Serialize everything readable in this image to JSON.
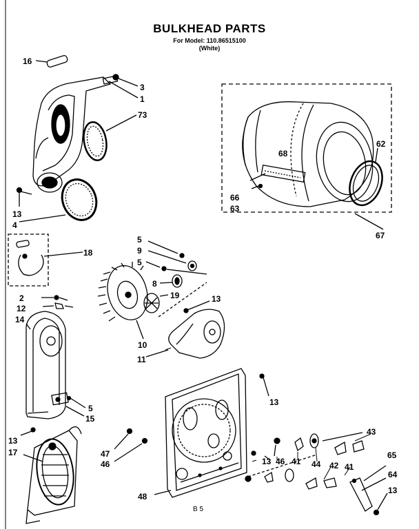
{
  "title": "BULKHEAD PARTS",
  "subtitle": "For Model: 110.86515100",
  "color_note": "(White)",
  "footer_code": "B 5",
  "labels": {
    "l16": "16",
    "l3": "3",
    "l1": "1",
    "l73": "73",
    "l13a": "13",
    "l4": "4",
    "l68": "68",
    "l62": "62",
    "l66": "66",
    "l63": "63",
    "l67": "67",
    "l18": "18",
    "l5a": "5",
    "l9": "9",
    "l5b": "5",
    "l8": "8",
    "l19": "19",
    "l13b": "13",
    "l2": "2",
    "l12": "12",
    "l14": "14",
    "l10": "10",
    "l11": "11",
    "l5c": "5",
    "l15": "15",
    "l13c": "13",
    "l17": "17",
    "l13d": "13",
    "l47": "47",
    "l46a": "46",
    "l43": "43",
    "l13e": "13",
    "l46b": "46",
    "l41a": "41",
    "l44": "44",
    "l42": "42",
    "l41b": "41",
    "l65": "65",
    "l64": "64",
    "l13f": "13",
    "l48": "48"
  }
}
